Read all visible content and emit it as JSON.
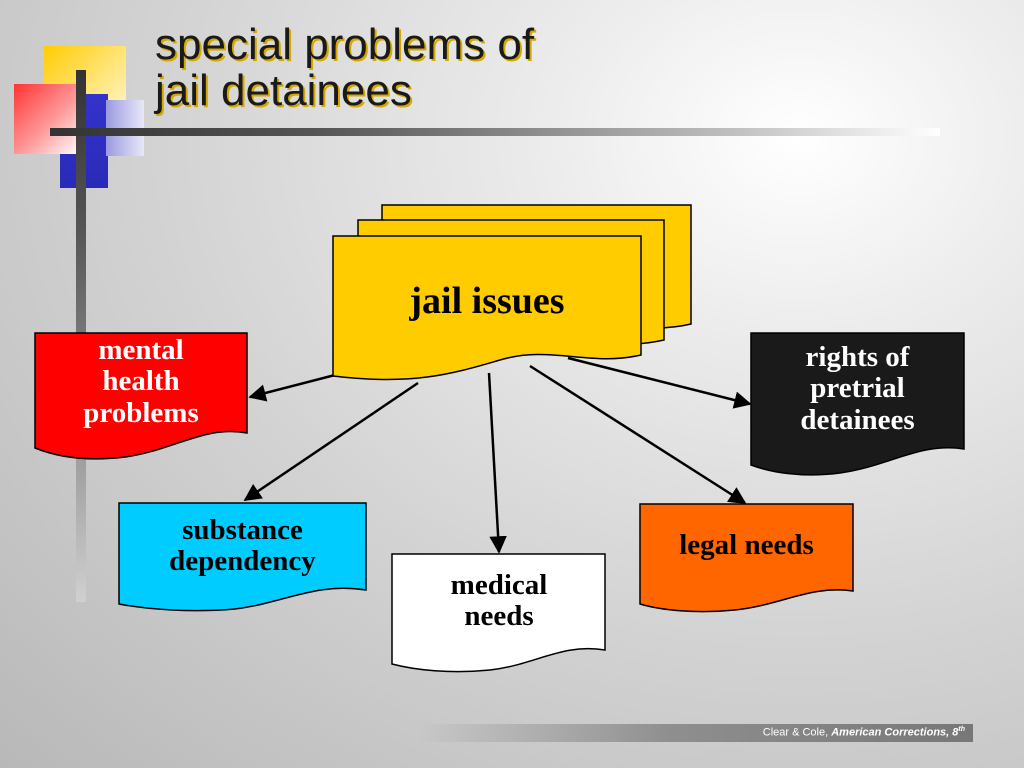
{
  "title": {
    "line1": "special problems of",
    "line2": "jail detainees"
  },
  "center_node": {
    "label": "jail issues",
    "color": "#FFCC00"
  },
  "nodes": [
    {
      "id": "mental-health",
      "label": "mental health problems",
      "color": "#FF0000",
      "text_color": "#FFFFFF"
    },
    {
      "id": "rights",
      "label": "rights of pretrial detainees",
      "color": "#1A1A1A",
      "text_color": "#FFFFFF"
    },
    {
      "id": "substance",
      "label": "substance dependency",
      "color": "#00CCFF",
      "text_color": "#000000"
    },
    {
      "id": "medical",
      "label": "medical needs",
      "color": "#FFFFFF",
      "text_color": "#000000"
    },
    {
      "id": "legal",
      "label": "legal needs",
      "color": "#FF6600",
      "text_color": "#000000"
    }
  ],
  "footer": {
    "authors": "Clear & Cole, ",
    "book": "American Corrections, 8",
    "edition_sup": "th"
  },
  "colors": {
    "accent_yellow": "#FFCC00",
    "accent_red": "#FF3333",
    "accent_blue": "#3333CC"
  }
}
